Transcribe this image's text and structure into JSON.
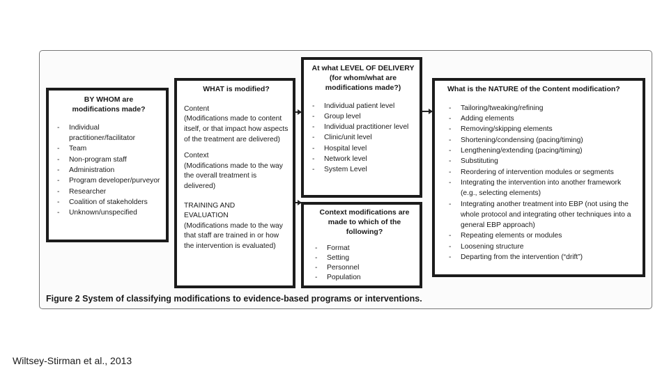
{
  "slide": {
    "citation": "Wiltsey-Stirman et al., 2013"
  },
  "figure": {
    "caption_label": "Figure 2",
    "caption_text": "System of classifying modifications to evidence-based programs or interventions."
  },
  "by_whom": {
    "title": "BY WHOM are modifications made?",
    "items": [
      "Individual practitioner/facilitator",
      "Team",
      "Non-program staff",
      "Administration",
      "Program developer/purveyor",
      "Researcher",
      "Coalition of stakeholders",
      "Unknown/unspecified"
    ]
  },
  "what_modified": {
    "title": "WHAT is modified?",
    "content_head": "Content",
    "content_desc": "(Modifications made to content itself, or that impact how aspects of the treatment are delivered)",
    "context_head": "Context",
    "context_desc": "(Modifications made to the way the overall treatment is delivered)",
    "training_head": "TRAINING AND EVALUATION",
    "training_desc": "(Modifications made to the way that staff are trained in or how the intervention is evaluated)"
  },
  "level_of_delivery": {
    "title_line1": "At what LEVEL OF DELIVERY",
    "title_line2": "(for whom/what are modifications made?)",
    "items": [
      "Individual patient level",
      "Group level",
      "Individual practitioner level",
      "Clinic/unit level",
      "Hospital level",
      "Network level",
      "System Level"
    ]
  },
  "context_mods": {
    "title": "Context modifications are made to which of the following?",
    "items": [
      "Format",
      "Setting",
      "Personnel",
      "Population"
    ]
  },
  "nature": {
    "title": "What is the NATURE of the Content modification?",
    "items": [
      "Tailoring/tweaking/refining",
      "Adding elements",
      "Removing/skipping  elements",
      "Shortening/condensing (pacing/timing)",
      "Lengthening/extending (pacing/timing)",
      "Substituting",
      "Reordering of intervention modules or segments",
      "Integrating the intervention into another framework (e.g., selecting elements)",
      "Integrating another treatment into EBP (not using the whole protocol and integrating other techniques into a general EBP approach)",
      "Repeating elements or modules",
      "Loosening structure",
      "Departing from the intervention (“drift”)"
    ]
  }
}
